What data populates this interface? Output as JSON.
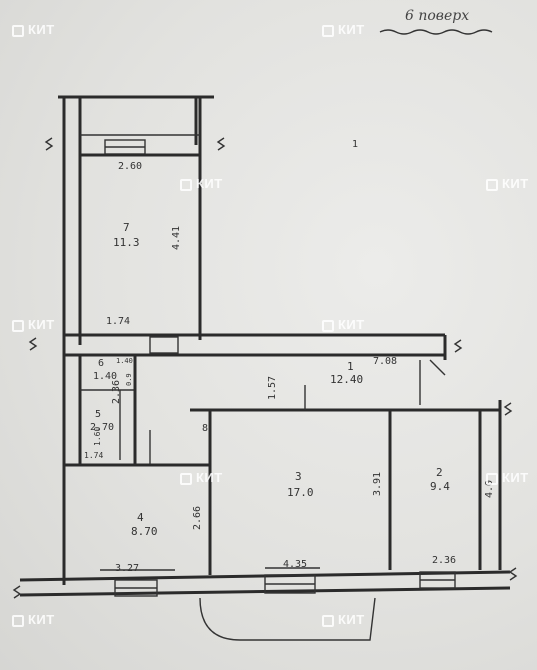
{
  "header": {
    "floor_title": "6 поверх"
  },
  "watermark": {
    "text": "КИТ",
    "icon": "kit-logo-icon"
  },
  "rooms": [
    {
      "number": "7",
      "area": "11.3"
    },
    {
      "number": "1",
      "area": "12.40"
    },
    {
      "number": "6",
      "area": "1.40"
    },
    {
      "number": "5",
      "area": "2.70"
    },
    {
      "number": "3",
      "area": "17.0"
    },
    {
      "number": "2",
      "area": "9.4"
    },
    {
      "number": "4",
      "area": "8.70"
    }
  ],
  "dimensions": {
    "d1": "2.60",
    "d2": "4.41",
    "d3": "1.74",
    "d4": "1.57",
    "d5": "7.08",
    "d6": "1.40",
    "d7": "0.9",
    "d8": "2.36",
    "d9": "1.60",
    "d10": "1.74",
    "d11": "2.66",
    "d12": "3.91",
    "d13": "4.0",
    "d14": "3.27",
    "d15": "4.35",
    "d16": "2.36",
    "d17": "8",
    "d18": "1"
  }
}
